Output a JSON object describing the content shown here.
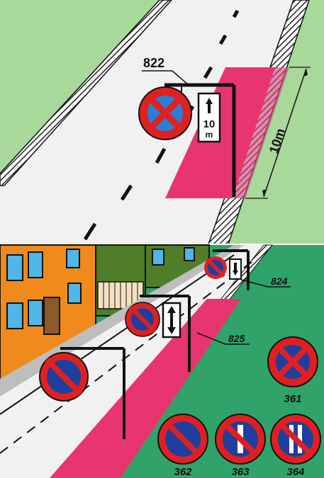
{
  "panel_top": {
    "label_822": "822",
    "plate_distance": "10",
    "plate_unit": "m",
    "dimension_label": "10m",
    "colors": {
      "grass": "#a8d89a",
      "zone": "#e8356f",
      "sign_red": "#e02020",
      "sign_blue": "#2a7fd4"
    }
  },
  "panel_bottom": {
    "label_824": "824",
    "label_825": "825",
    "sign_labels": [
      "361",
      "362",
      "363",
      "364"
    ],
    "colors": {
      "grass": "#2fa36a",
      "zone": "#e8356f",
      "sign_blue": "#1f3f9e",
      "house_orange": "#f08a1c",
      "house_green": "#4f7d2a"
    }
  }
}
